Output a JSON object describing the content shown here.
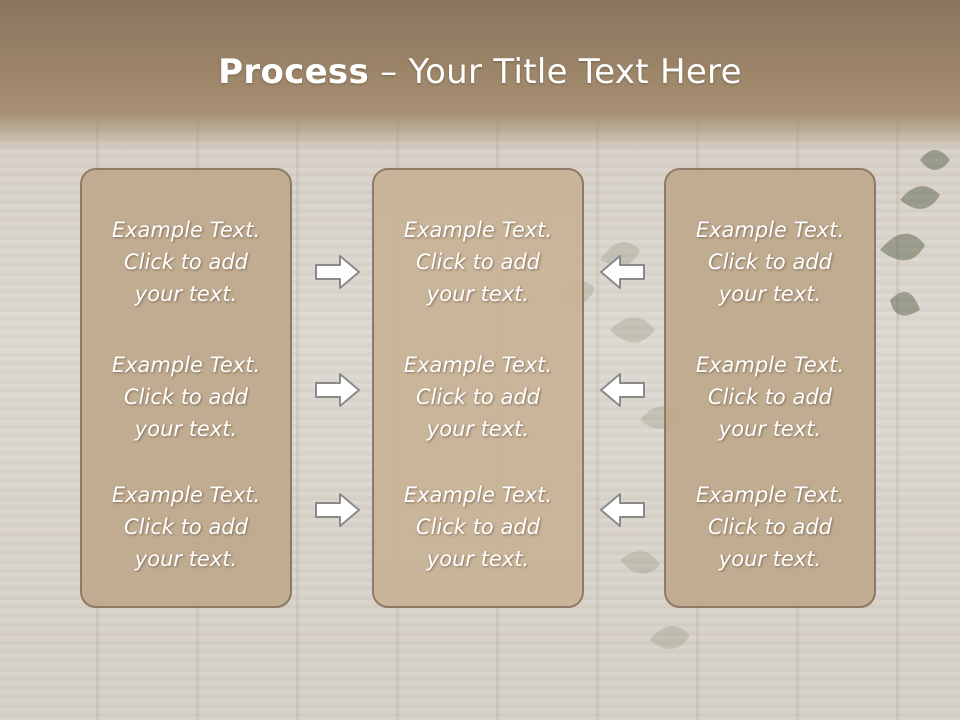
{
  "title": {
    "bold": "Process",
    "rest": " – Your Title Text Here"
  },
  "columns": [
    {
      "items": [
        {
          "l1": "Example Text.",
          "l2": "Click  to add",
          "l3": "your text."
        },
        {
          "l1": "Example Text.",
          "l2": "Click  to add",
          "l3": "your text."
        },
        {
          "l1": "Example Text.",
          "l2": "Click  to add",
          "l3": "your text."
        }
      ]
    },
    {
      "items": [
        {
          "l1": "Example Text.",
          "l2": "Click  to add",
          "l3": "your text."
        },
        {
          "l1": "Example Text.",
          "l2": "Click  to add",
          "l3": "your text."
        },
        {
          "l1": "Example Text.",
          "l2": "Click  to add",
          "l3": "your text."
        }
      ]
    },
    {
      "items": [
        {
          "l1": "Example Text.",
          "l2": "Click  to add",
          "l3": "your text."
        },
        {
          "l1": "Example Text.",
          "l2": "Click  to add",
          "l3": "your text."
        },
        {
          "l1": "Example Text.",
          "l2": "Click  to add",
          "l3": "your text."
        }
      ]
    }
  ],
  "icons": {
    "left_arrows": "arrow-right-icon",
    "right_arrows": "arrow-left-icon"
  },
  "colors": {
    "header": "#9b8468",
    "box": "#c4aa8c",
    "border": "#8f7a66",
    "text": "#ffffff"
  }
}
